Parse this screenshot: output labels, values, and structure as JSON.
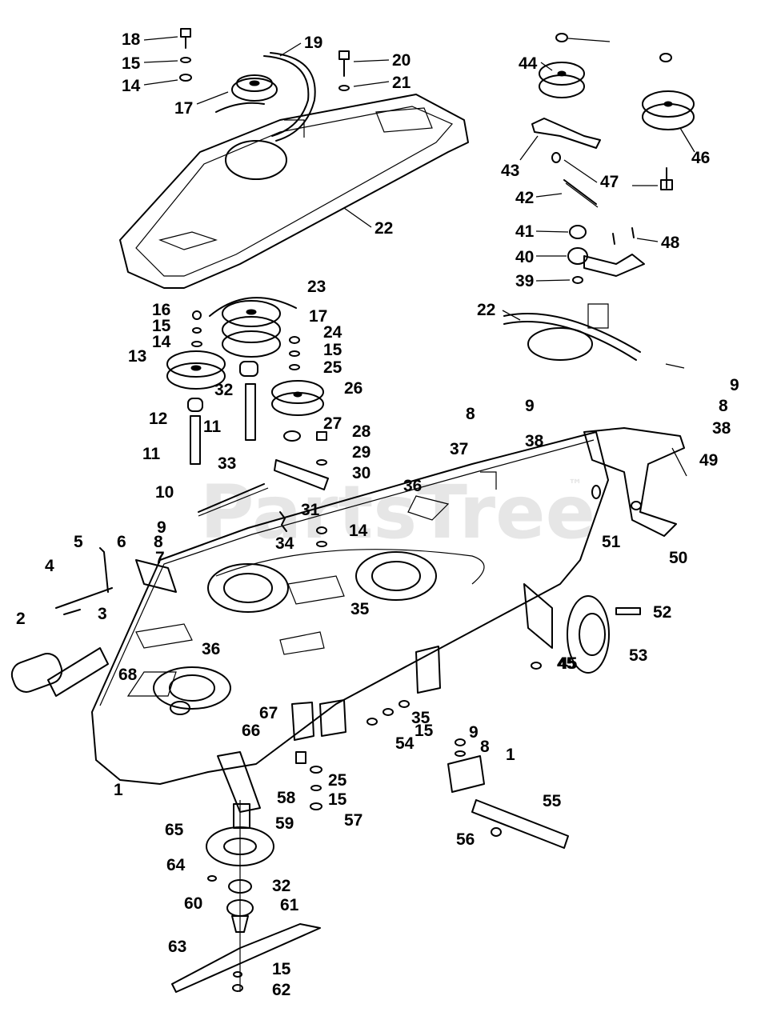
{
  "watermark": {
    "text": "PartsTree",
    "tm": "™",
    "color": "#e6e6e6"
  },
  "callouts": [
    "18",
    "15",
    "14",
    "17",
    "19",
    "20",
    "21",
    "22",
    "23",
    "16",
    "15",
    "14",
    "13",
    "17",
    "24",
    "15",
    "25",
    "32",
    "26",
    "12",
    "11",
    "11",
    "33",
    "27",
    "28",
    "29",
    "30",
    "10",
    "31",
    "9",
    "8",
    "7",
    "34",
    "14",
    "5",
    "6",
    "4",
    "3",
    "2",
    "35",
    "36",
    "68",
    "66",
    "67",
    "1",
    "36",
    "37",
    "9",
    "8",
    "38",
    "9",
    "8",
    "38",
    "49",
    "50",
    "51",
    "52",
    "53",
    "45",
    "35",
    "15",
    "54",
    "9",
    "8",
    "1",
    "25",
    "15",
    "57",
    "58",
    "59",
    "65",
    "64",
    "32",
    "60",
    "61",
    "63",
    "15",
    "62",
    "55",
    "56",
    "45",
    "44",
    "46",
    "43",
    "47",
    "42",
    "41",
    "40",
    "48",
    "39",
    "22"
  ]
}
